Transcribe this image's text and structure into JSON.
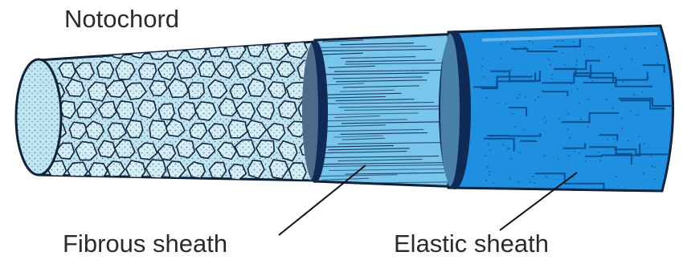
{
  "labels": {
    "notochord": "Notochord",
    "fibrous_sheath": "Fibrous sheath",
    "elastic_sheath": "Elastic sheath"
  },
  "colors": {
    "notochord_fill": "#bfe4f2",
    "notochord_cells": "#d4eef8",
    "fibrous_fill": "#79c6ec",
    "fibrous_rim": "#0e2a55",
    "elastic_fill": "#1f8fe0",
    "elastic_dark": "#0a4f8f",
    "outline": "#10223a",
    "leader": "#111111"
  },
  "icons": {
    "notochord": "notochord-cells-icon",
    "fibrous": "fibrous-sheath-icon",
    "elastic": "elastic-sheath-icon"
  }
}
